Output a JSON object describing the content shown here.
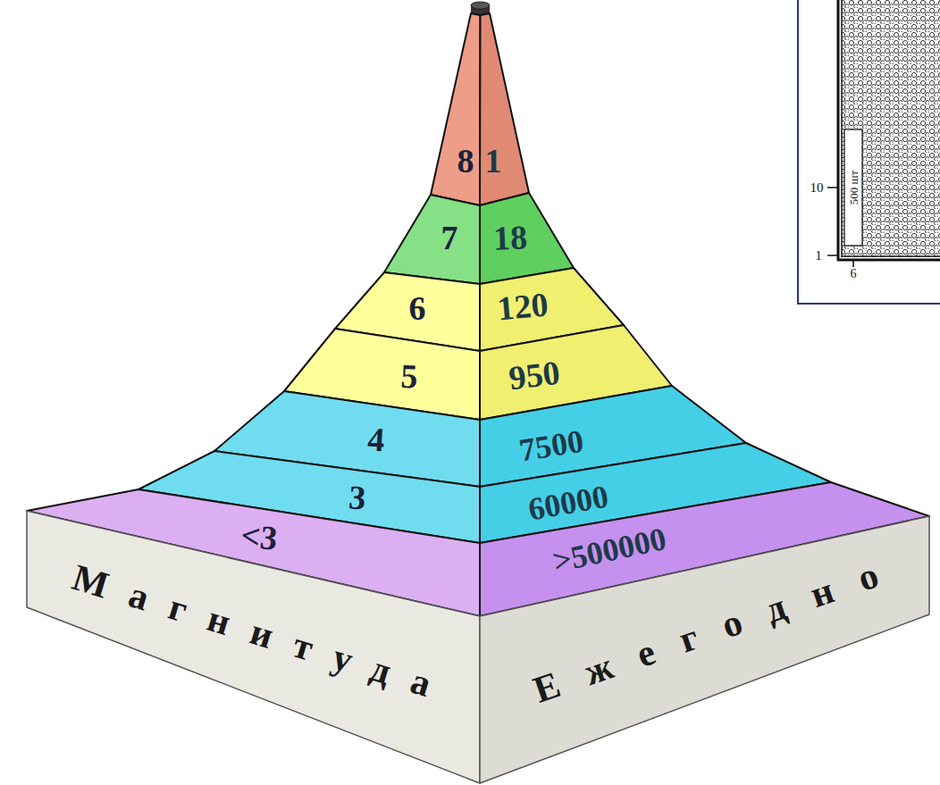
{
  "diagram": {
    "nodes": [
      {
        "text": [
          "8",
          "1"
        ]
      },
      {
        "text": [
          "7",
          "18"
        ]
      },
      {
        "text": [
          "6",
          "120"
        ]
      },
      {
        "text": [
          "5",
          "950"
        ]
      },
      {
        "text": [
          "4",
          "7500"
        ]
      },
      {
        "text": [
          "3",
          "60000"
        ]
      },
      {
        "text": [
          "<3",
          ">500000"
        ]
      },
      {
        "text": [
          "Магнитуда"
        ]
      },
      {
        "text": [
          "Ежегодно"
        ]
      }
    ],
    "labels": [
      "10",
      "1",
      "6",
      "500 шт"
    ]
  }
}
